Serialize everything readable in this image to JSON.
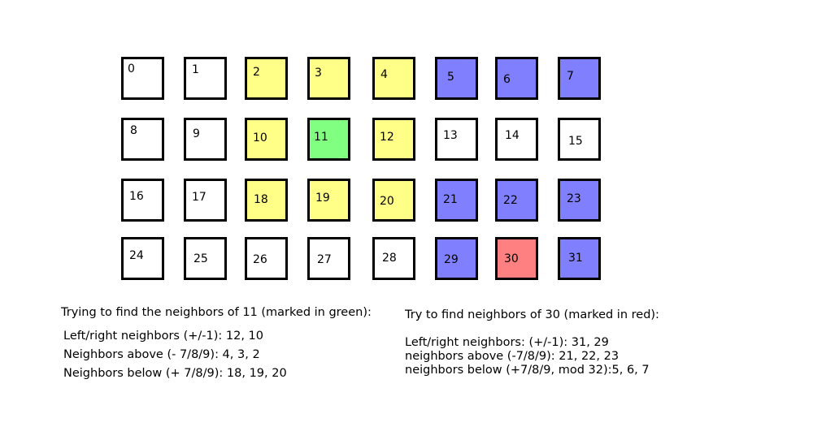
{
  "colors": {
    "white": "#ffffff",
    "yellow": "#ffff88",
    "green": "#80ff80",
    "blue": "#8080ff",
    "red": "#ff8080"
  },
  "cells": [
    {
      "label": "0",
      "fill": "white"
    },
    {
      "label": "1",
      "fill": "white"
    },
    {
      "label": "2",
      "fill": "yellow"
    },
    {
      "label": "3",
      "fill": "yellow"
    },
    {
      "label": "4",
      "fill": "yellow"
    },
    {
      "label": "5",
      "fill": "blue"
    },
    {
      "label": "6",
      "fill": "blue"
    },
    {
      "label": "7",
      "fill": "blue"
    },
    {
      "label": "8",
      "fill": "white"
    },
    {
      "label": "9",
      "fill": "white"
    },
    {
      "label": "10",
      "fill": "yellow"
    },
    {
      "label": "11",
      "fill": "green"
    },
    {
      "label": "12",
      "fill": "yellow"
    },
    {
      "label": "13",
      "fill": "white"
    },
    {
      "label": "14",
      "fill": "white"
    },
    {
      "label": "15",
      "fill": "white"
    },
    {
      "label": "16",
      "fill": "white"
    },
    {
      "label": "17",
      "fill": "white"
    },
    {
      "label": "18",
      "fill": "yellow"
    },
    {
      "label": "19",
      "fill": "yellow"
    },
    {
      "label": "20",
      "fill": "yellow"
    },
    {
      "label": "21",
      "fill": "blue"
    },
    {
      "label": "22",
      "fill": "blue"
    },
    {
      "label": "23",
      "fill": "blue"
    },
    {
      "label": "24",
      "fill": "white"
    },
    {
      "label": "25",
      "fill": "white"
    },
    {
      "label": "26",
      "fill": "white"
    },
    {
      "label": "27",
      "fill": "white"
    },
    {
      "label": "28",
      "fill": "white"
    },
    {
      "label": "29",
      "fill": "blue"
    },
    {
      "label": "30",
      "fill": "red"
    },
    {
      "label": "31",
      "fill": "blue"
    }
  ],
  "left_notes": {
    "heading": "Trying to find the neighbors of 11 (marked in green):",
    "line1": "Left/right neighbors (+/-1): 12, 10",
    "line2": "Neighbors above (- 7/8/9): 4, 3, 2",
    "line3": "Neighbors below (+ 7/8/9): 18, 19, 20"
  },
  "right_notes": {
    "heading": "Try to find neighbors of 30 (marked in red):",
    "line1": "Left/right neighbors: (+/-1): 31, 29",
    "line2": "neighbors above (-7/8/9): 21, 22, 23",
    "line3": "neighbors below (+7/8/9, mod 32):5, 6, 7"
  }
}
